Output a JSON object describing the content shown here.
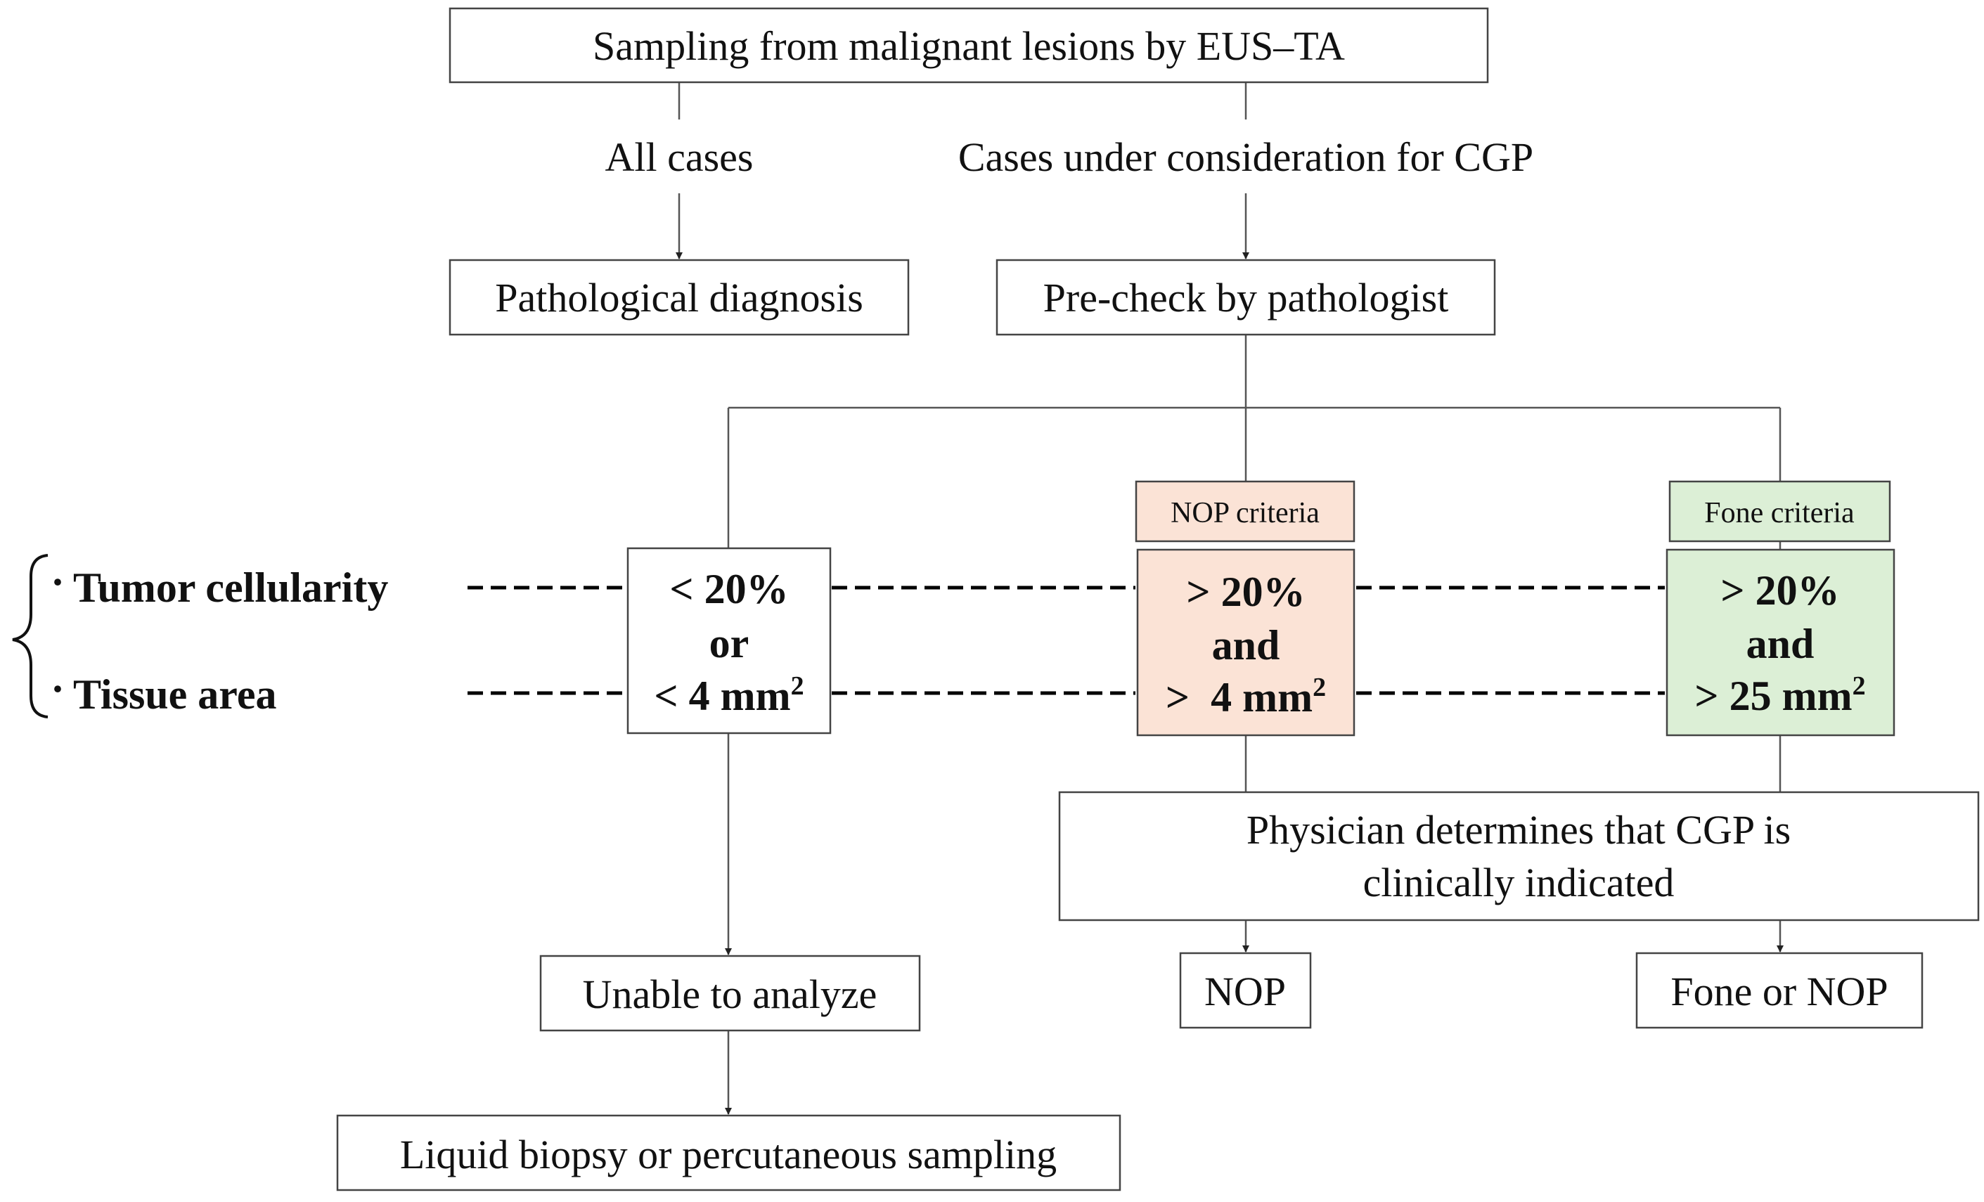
{
  "nodes": {
    "sampling": "Sampling from malignant lesions by EUS–TA",
    "all_cases": "All cases",
    "cgp_cases": "Cases under consideration for CGP",
    "path_dx": "Pathological diagnosis",
    "precheck": "Pre-check by pathologist",
    "nop_criteria": "NOP criteria",
    "fone_criteria": "Fone criteria",
    "physician_line1": "Physician determines that CGP is",
    "physician_line2": "clinically indicated",
    "unable": "Unable to analyze",
    "nop": "NOP",
    "fone_or_nop": "Fone or NOP",
    "liquid": "Liquid biopsy or percutaneous sampling"
  },
  "criteria": {
    "tumor_label": "Tumor cellularity",
    "tissue_label": "Tissue area",
    "bullet": "·",
    "low": {
      "line1": "< 20%",
      "line2": "or",
      "line3": "< 4 mm",
      "sup": "2"
    },
    "nop": {
      "line1": "> 20%",
      "line2": "and",
      "line3": ">  4 mm",
      "sup": "2"
    },
    "fone": {
      "line1": "> 20%",
      "line2": "and",
      "line3": "> 25 mm",
      "sup": "2"
    }
  },
  "colors": {
    "line": "#555555",
    "border": "#444444",
    "nop_fill": "#fbe3d6",
    "fone_fill": "#dcefd6",
    "dash": "#000000"
  }
}
